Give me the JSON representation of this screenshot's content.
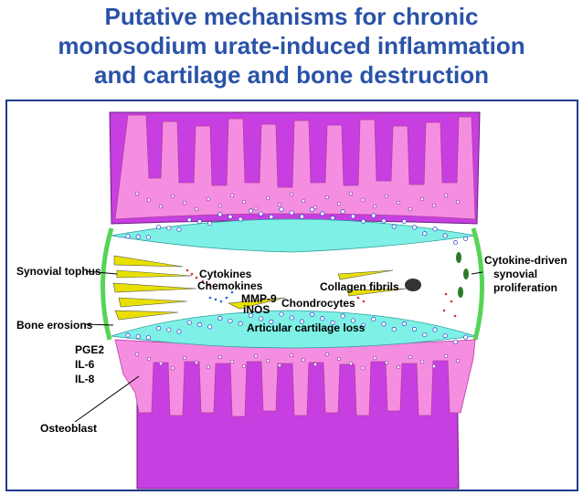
{
  "title": {
    "line1": "Putative mechanisms for chronic",
    "line2": "monosodium urate-induced inflammation",
    "line3": "and cartilage and bone destruction"
  },
  "labels": {
    "synovial_tophus": "Synovial tophus",
    "cytokines": "Cytokines",
    "chemokines": "Chemokines",
    "mmp9": "MMP-9",
    "inos": "iNOS",
    "collagen_fibrils": "Collagen fibrils",
    "chondrocytes": "Chondrocytes",
    "cytokine_driven": "Cytokine-driven",
    "synovial": "synovial",
    "proliferation": "proliferation",
    "bone_erosions": "Bone erosions",
    "articular_cartilage_loss": "Articular cartilage loss",
    "pge2": "PGE2",
    "il6": "IL-6",
    "il8": "IL-8",
    "osteoblast": "Osteoblast"
  },
  "colors": {
    "title": "#2a52a8",
    "frame": "#1e3a8a",
    "bone": "#c73fe0",
    "marrow": "#f58ee0",
    "cartilage": "#7ff0e6",
    "synovium": "#56d456",
    "crystal": "#e8e000"
  }
}
